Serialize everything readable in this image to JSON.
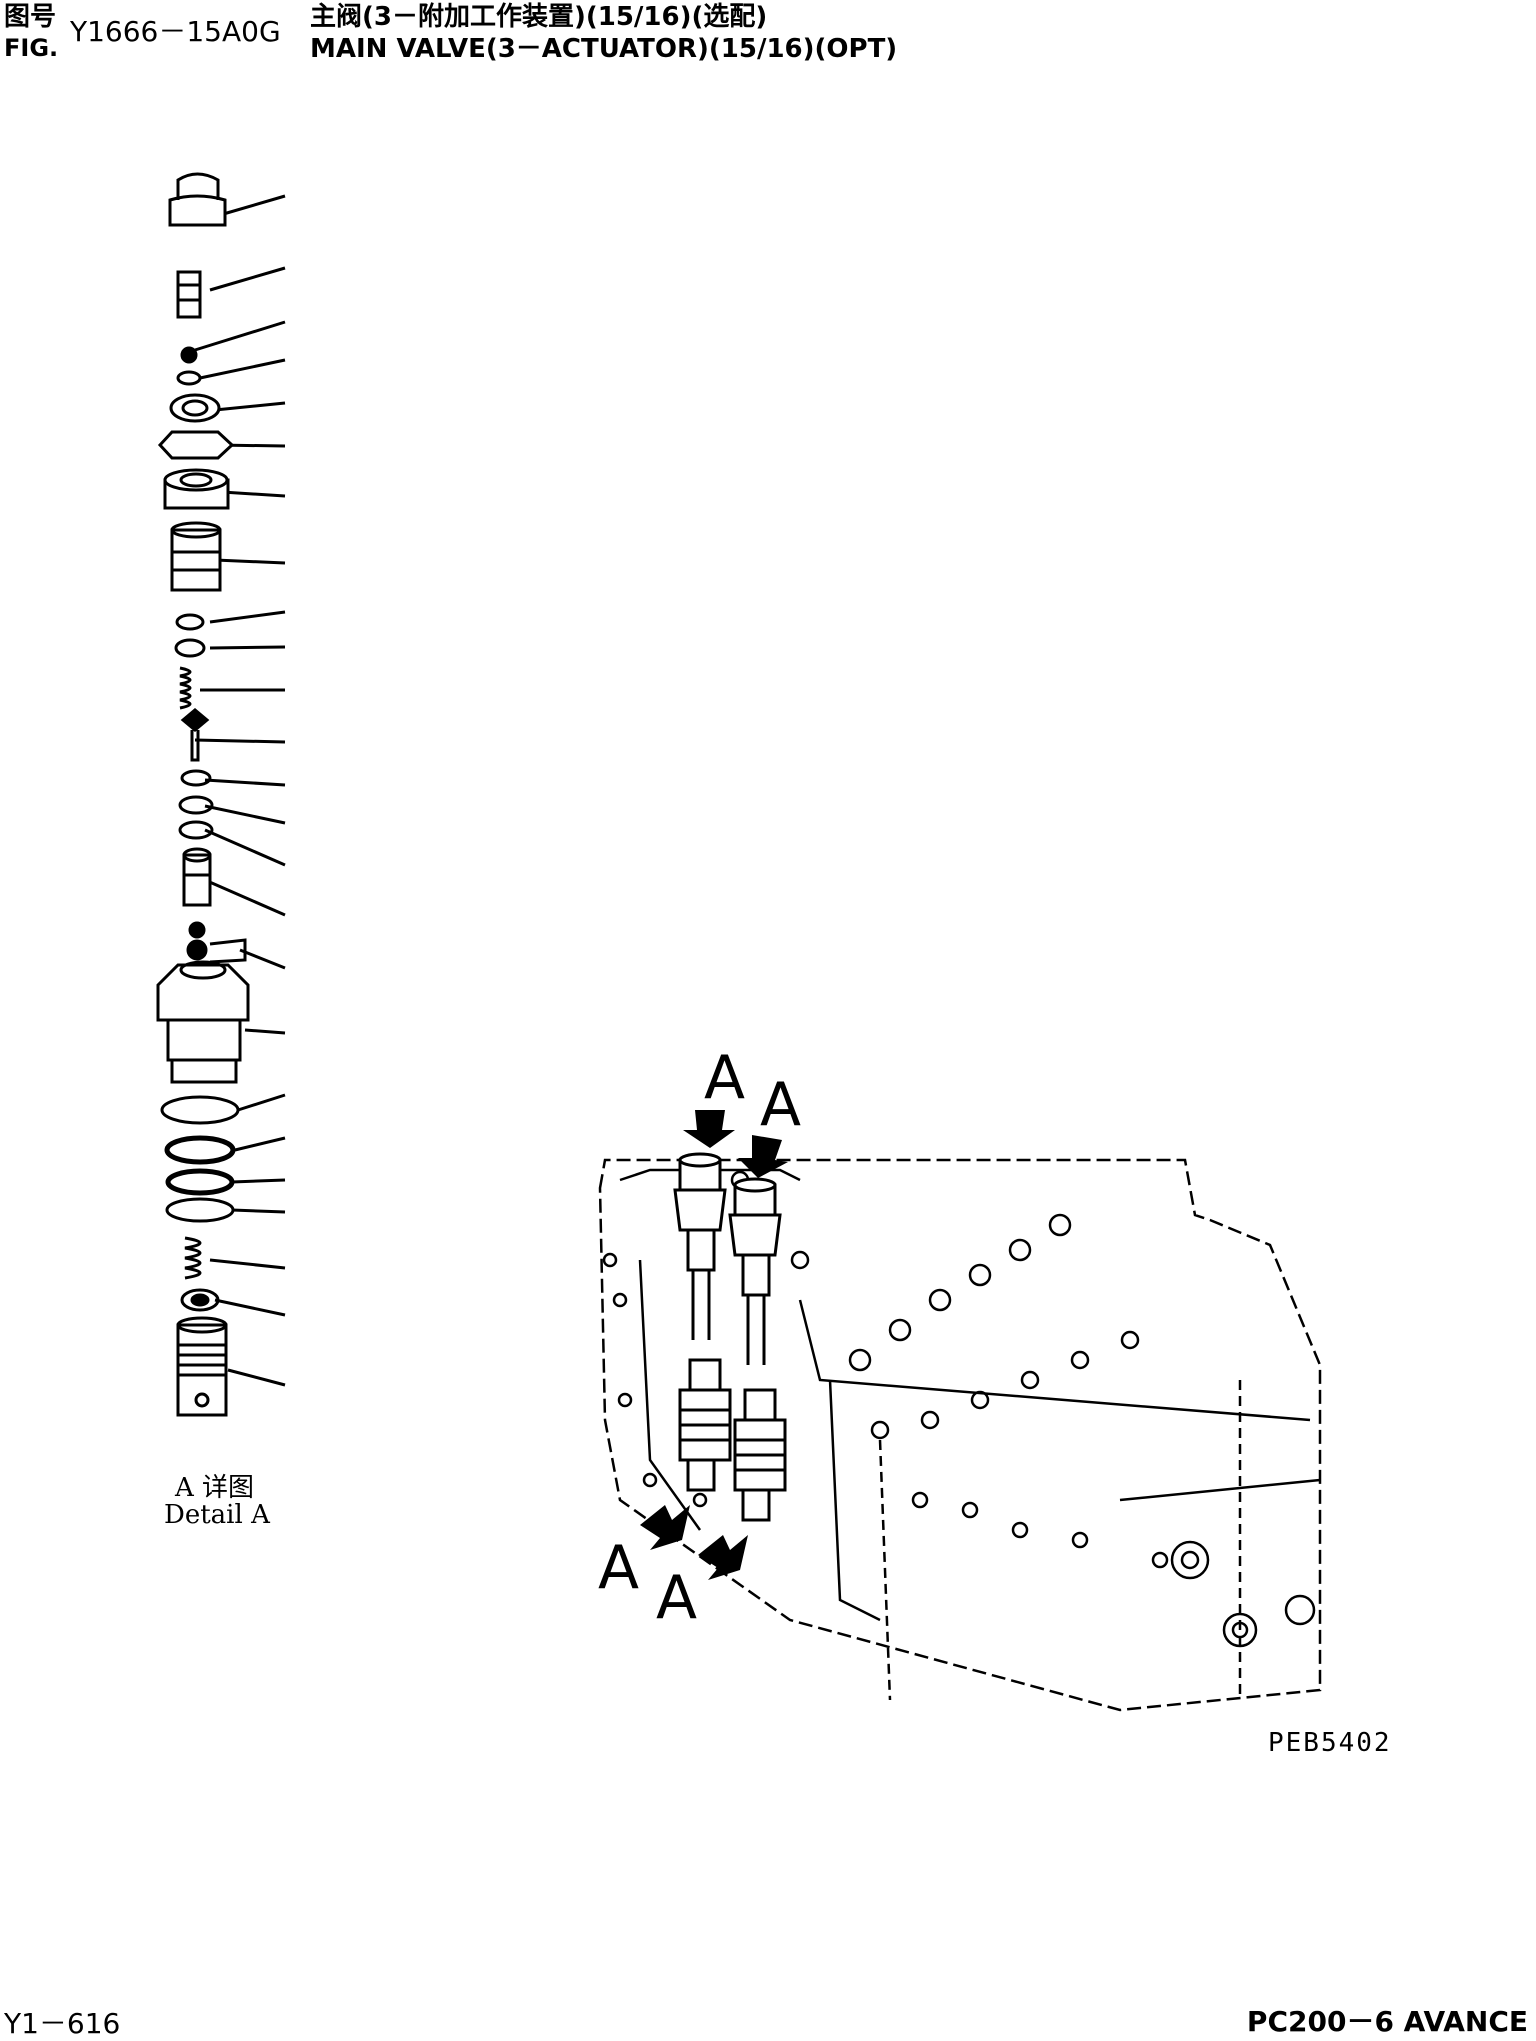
{
  "header": {
    "fig_label_cn": "图号",
    "fig_label_en": "FIG.",
    "fig_number": "Y1666－15A0G",
    "title_cn": "主阀(3－附加工作装置)(15/16)(选配)",
    "title_en": "MAIN VALVE(3－ACTUATOR)(15/16)(OPT)"
  },
  "detail": {
    "label_cn": "A 详图",
    "label_en": "Detail A"
  },
  "callouts": {
    "a1": "A",
    "a2": "A",
    "a3": "A",
    "a4": "A"
  },
  "drawing_code": "PEB5402",
  "footer": {
    "page_code": "Y1－616",
    "model": "PC200－6 AVANCE"
  },
  "colors": {
    "ink": "#000000",
    "paper": "#ffffff"
  }
}
